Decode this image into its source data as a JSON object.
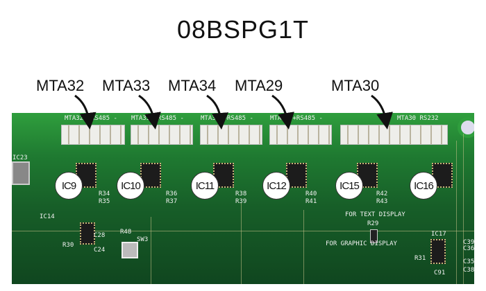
{
  "title": "08BSPG1T",
  "connectors": [
    "MTA32",
    "MTA33",
    "MTA34",
    "MTA29",
    "MTA30"
  ],
  "ics": [
    "IC9",
    "IC10",
    "IC11",
    "IC12",
    "IC15",
    "IC16"
  ],
  "silkscreen": {
    "ic23": "IC23",
    "ic14": "IC14",
    "ic17": "IC17",
    "sw3": "SW3",
    "r48": "R48",
    "c28": "C28",
    "c24": "C24",
    "r30": "R30",
    "text_display": "FOR TEXT DISPLAY",
    "graphic_display": "FOR GRAPHIC DISPLAY",
    "r29": "R29",
    "r34": "R34",
    "r35": "R35",
    "r36": "R36",
    "r37": "R37",
    "r38": "R38",
    "r39": "R39",
    "r40": "R40",
    "r41": "R41",
    "r42": "R42",
    "r43": "R43",
    "c35": "C35",
    "c36": "C36",
    "c38": "C38",
    "c39": "C39",
    "c91": "C91",
    "r31": "R31",
    "header_1": "MTA32 +RS485 -",
    "header_2": "MTA33 +RS485 -",
    "header_3": "MTA34 +RS485 -",
    "header_4": "MTA29 +RS485 -",
    "header_5": "MTA30 RS232"
  },
  "colors": {
    "board": "#1f7a31",
    "label_circle": "#ffffff",
    "connector": "#eeeeea"
  }
}
